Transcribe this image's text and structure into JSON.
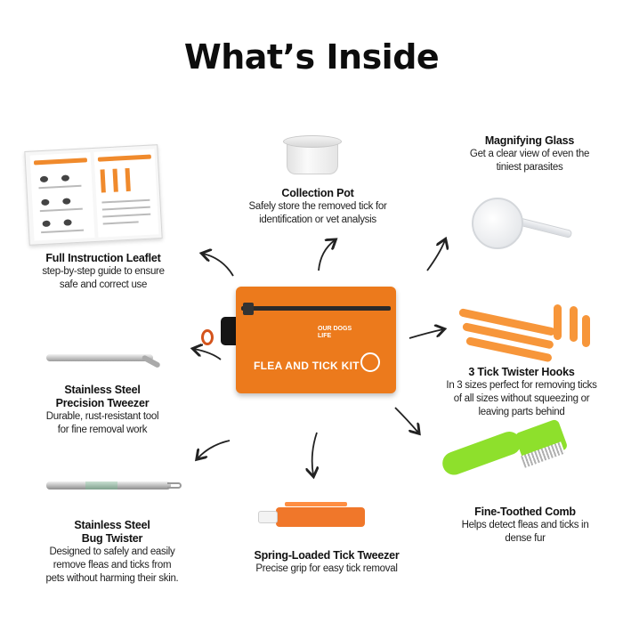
{
  "page": {
    "title": "What’s Inside"
  },
  "kit": {
    "brand_text": "OUR DOGS LIFE",
    "label": "FLEA AND TICK KIT",
    "color": "#ec7a1c"
  },
  "items": [
    {
      "id": "leaflet",
      "name": "Full Instruction Leaflet",
      "desc": [
        "step-by-step guide to ensure",
        "safe and correct use"
      ]
    },
    {
      "id": "pot",
      "name": "Collection Pot",
      "desc": [
        "Safely store the removed tick for",
        "identification or vet analysis"
      ]
    },
    {
      "id": "magnifier",
      "name": "Magnifying Glass",
      "desc": [
        "Get a clear view of even the",
        "tiniest parasites"
      ]
    },
    {
      "id": "hooks",
      "name": "3 Tick Twister Hooks",
      "desc": [
        "In 3 sizes perfect for removing ticks",
        "of all sizes without squeezing or",
        "leaving parts behind"
      ]
    },
    {
      "id": "tweezer",
      "name": [
        "Stainless Steel",
        "Precision Tweezer"
      ],
      "desc": [
        "Durable, rust-resistant tool",
        "for fine removal work"
      ]
    },
    {
      "id": "bug",
      "name": [
        "Stainless Steel",
        "Bug Twister"
      ],
      "desc": [
        "Designed to safely and easily",
        "remove fleas and ticks from",
        "pets without harming their skin."
      ]
    },
    {
      "id": "spring",
      "name": "Spring-Loaded Tick Tweezer",
      "desc": [
        "Precise grip for easy tick removal"
      ]
    },
    {
      "id": "comb",
      "name": "Fine-Toothed Comb",
      "desc": [
        "Helps detect fleas and ticks in",
        "dense fur"
      ]
    }
  ],
  "colors": {
    "accent_orange": "#ec7a1c",
    "comb_green": "#8ee02c",
    "text": "#1a1a1a"
  }
}
